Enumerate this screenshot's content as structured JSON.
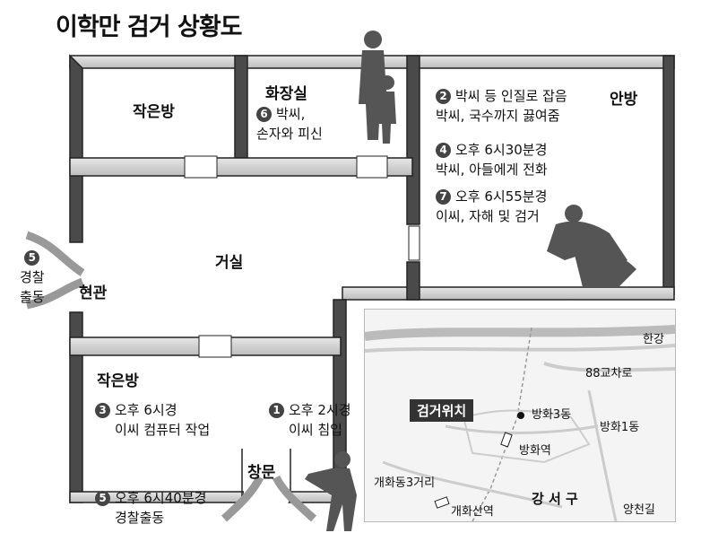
{
  "title": "이학만 검거 상황도",
  "rooms": {
    "small_room_top": "작은방",
    "bathroom": "화장실",
    "living_room": "거실",
    "entrance": "현관",
    "inner_room": "안방",
    "small_room_bottom": "작은방",
    "window": "창문"
  },
  "events": {
    "e6": {
      "num": "6",
      "line1": "박씨,",
      "line2": "손자와 피신"
    },
    "e2": {
      "num": "2",
      "line1": "박씨 등 인질로 잡음",
      "line2": "박씨, 국수까지 끓여줌"
    },
    "e4": {
      "num": "4",
      "line1": "오후 6시30분경",
      "line2": "박씨, 아들에게 전화"
    },
    "e7": {
      "num": "7",
      "line1": "오후 6시55분경",
      "line2": "이씨, 자해 및 검거"
    },
    "e3": {
      "num": "3",
      "line1": "오후 6시경",
      "line2": "이씨 컴퓨터 작업"
    },
    "e1": {
      "num": "1",
      "line1": "오후 2시경",
      "line2": "이씨 침입"
    },
    "e5a": {
      "num": "5",
      "line1": "경찰",
      "line2": "출동"
    },
    "e5b": {
      "num": "5",
      "line1": "오후 6시40분경",
      "line2": "경찰출동"
    }
  },
  "map": {
    "capture": "검거위치",
    "han_river": "한강",
    "road_88": "88교차로",
    "banghwa3": "방화3동",
    "banghwa1": "방화1동",
    "banghwa_station": "방화역",
    "gaehwa3": "개화동3거리",
    "gaehwasan": "개화산역",
    "gangseo": "강 서 구",
    "yangcheon": "양천길"
  }
}
